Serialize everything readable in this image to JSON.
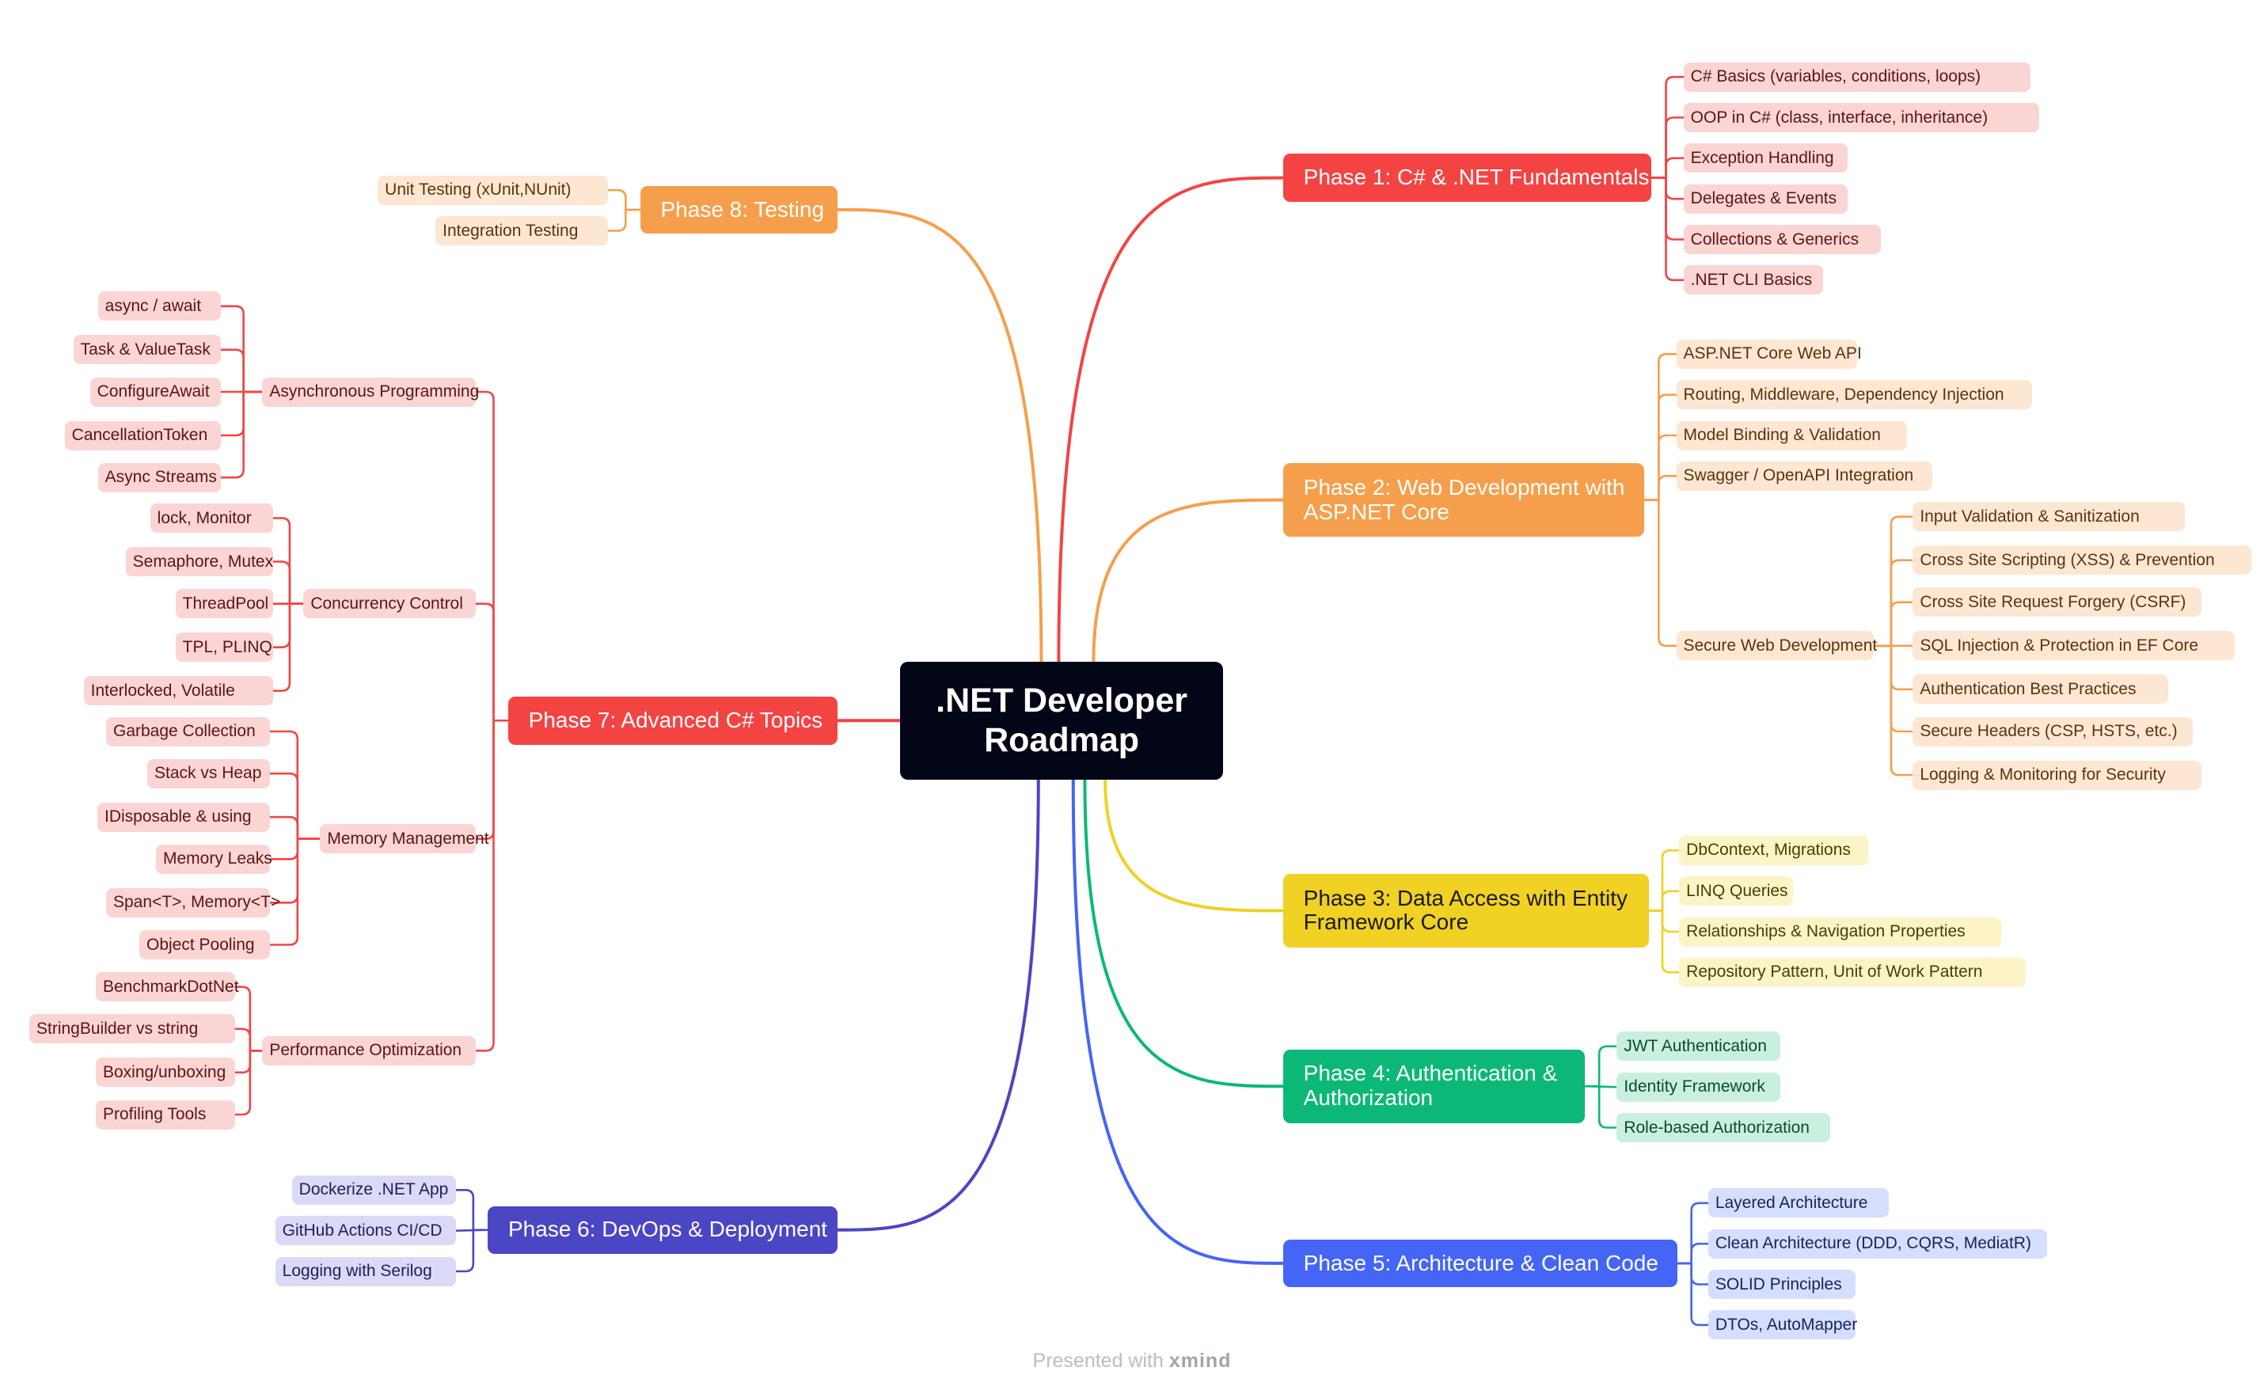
{
  "root": {
    "label": ".NET Developer\nRoadmap"
  },
  "colors": {
    "red": "#f34443",
    "orange": "#f59f4c",
    "yellow": "#f0d124",
    "green": "#0cb877",
    "blue": "#4465f5",
    "indigo": "#4b46c4"
  },
  "phases": [
    {
      "id": "p1",
      "label": "Phase 1: C# & .NET Fundamentals",
      "color": "red",
      "children": [
        {
          "label": "C# Basics (variables, conditions, loops)"
        },
        {
          "label": "OOP in C# (class, interface, inheritance)"
        },
        {
          "label": "Exception Handling"
        },
        {
          "label": "Delegates & Events"
        },
        {
          "label": "Collections & Generics"
        },
        {
          "label": ".NET CLI Basics"
        }
      ]
    },
    {
      "id": "p2",
      "label": "Phase 2: Web Development with ASP.NET Core",
      "color": "orange",
      "children": [
        {
          "label": "ASP.NET Core Web API"
        },
        {
          "label": "Routing, Middleware, Dependency Injection"
        },
        {
          "label": "Model Binding & Validation"
        },
        {
          "label": "Swagger / OpenAPI Integration"
        },
        {
          "label": "Secure Web Development",
          "children": [
            {
              "label": "Input Validation & Sanitization"
            },
            {
              "label": "Cross Site Scripting (XSS) & Prevention"
            },
            {
              "label": "Cross Site Request Forgery (CSRF)"
            },
            {
              "label": "SQL Injection & Protection in EF Core"
            },
            {
              "label": "Authentication Best Practices"
            },
            {
              "label": "Secure Headers (CSP, HSTS, etc.)"
            },
            {
              "label": "Logging & Monitoring for Security"
            }
          ]
        }
      ]
    },
    {
      "id": "p3",
      "label": "Phase 3: Data Access with Entity Framework Core",
      "color": "yellow",
      "children": [
        {
          "label": "DbContext, Migrations"
        },
        {
          "label": "LINQ Queries"
        },
        {
          "label": "Relationships & Navigation Properties"
        },
        {
          "label": "Repository Pattern, Unit of Work Pattern"
        }
      ]
    },
    {
      "id": "p4",
      "label": "Phase 4: Authentication & Authorization",
      "color": "green",
      "children": [
        {
          "label": "JWT Authentication"
        },
        {
          "label": "Identity Framework"
        },
        {
          "label": "Role-based Authorization"
        }
      ]
    },
    {
      "id": "p5",
      "label": "Phase 5: Architecture & Clean Code",
      "color": "blue",
      "children": [
        {
          "label": "Layered Architecture"
        },
        {
          "label": "Clean Architecture (DDD, CQRS, MediatR)"
        },
        {
          "label": "SOLID Principles"
        },
        {
          "label": "DTOs, AutoMapper"
        }
      ]
    },
    {
      "id": "p6",
      "label": "Phase 6: DevOps & Deployment",
      "color": "indigo",
      "children": [
        {
          "label": "Dockerize .NET App"
        },
        {
          "label": "GitHub Actions CI/CD"
        },
        {
          "label": "Logging with Serilog"
        }
      ]
    },
    {
      "id": "p7",
      "label": "Phase 7: Advanced C# Topics",
      "color": "red",
      "children": [
        {
          "label": "Asynchronous Programming",
          "children": [
            {
              "label": "async / await"
            },
            {
              "label": "Task & ValueTask"
            },
            {
              "label": "ConfigureAwait"
            },
            {
              "label": "CancellationToken"
            },
            {
              "label": "Async Streams"
            }
          ]
        },
        {
          "label": "Concurrency Control",
          "children": [
            {
              "label": "lock, Monitor"
            },
            {
              "label": "Semaphore, Mutex"
            },
            {
              "label": "ThreadPool"
            },
            {
              "label": "TPL, PLINQ"
            },
            {
              "label": "Interlocked, Volatile"
            }
          ]
        },
        {
          "label": "Memory Management",
          "children": [
            {
              "label": "Garbage Collection"
            },
            {
              "label": "Stack vs Heap"
            },
            {
              "label": "IDisposable & using"
            },
            {
              "label": "Memory Leaks"
            },
            {
              "label": "Span<T>, Memory<T>"
            },
            {
              "label": "Object Pooling"
            }
          ]
        },
        {
          "label": "Performance Optimization",
          "children": [
            {
              "label": "BenchmarkDotNet"
            },
            {
              "label": "StringBuilder vs string"
            },
            {
              "label": "Boxing/unboxing"
            },
            {
              "label": "Profiling Tools"
            }
          ]
        }
      ]
    },
    {
      "id": "p8",
      "label": "Phase 8: Testing",
      "color": "orange",
      "children": [
        {
          "label": "Unit Testing (xUnit,NUnit)"
        },
        {
          "label": "Integration Testing"
        }
      ]
    }
  ],
  "footer": {
    "prefix": "Presented with ",
    "brand": "xmind"
  }
}
